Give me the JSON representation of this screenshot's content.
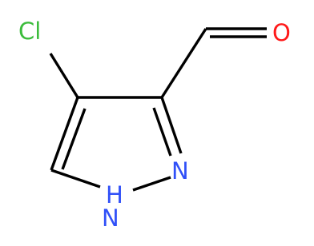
{
  "molecule": {
    "atoms": {
      "chlorine": {
        "symbol": "Cl",
        "color": "#3cbc3c"
      },
      "oxygen": {
        "symbol": "O",
        "color": "#ff1a1a"
      },
      "nitrogen_2": {
        "symbol": "N",
        "color": "#3050f8"
      },
      "nitrogen_1": {
        "symbol": "N",
        "color": "#3050f8",
        "hydrogen": "H"
      }
    },
    "bond_color": "#000000"
  }
}
